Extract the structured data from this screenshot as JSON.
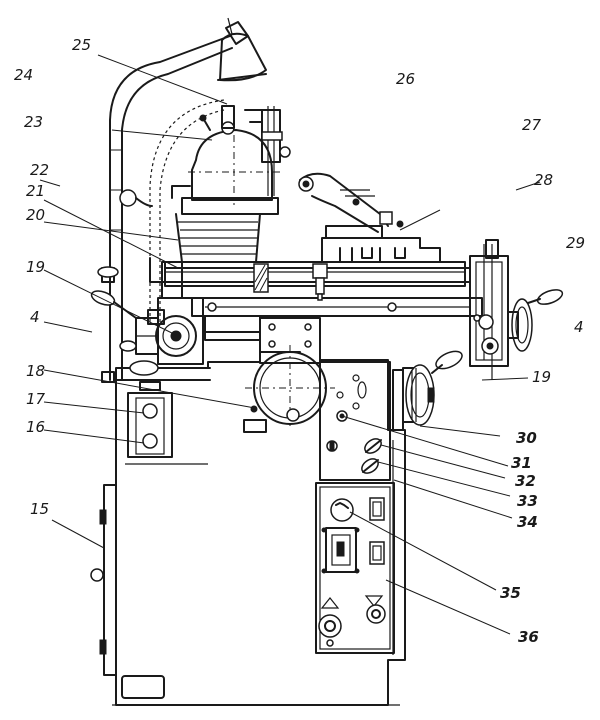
{
  "callouts": [
    {
      "id": "c25",
      "text": "25"
    },
    {
      "id": "c24",
      "text": "24"
    },
    {
      "id": "c26",
      "text": "26"
    },
    {
      "id": "c23",
      "text": "23"
    },
    {
      "id": "c27",
      "text": "27"
    },
    {
      "id": "c22",
      "text": "22"
    },
    {
      "id": "c21",
      "text": "21"
    },
    {
      "id": "c28",
      "text": "28"
    },
    {
      "id": "c20",
      "text": "20"
    },
    {
      "id": "c29",
      "text": "29"
    },
    {
      "id": "c19a",
      "text": "19"
    },
    {
      "id": "c4a",
      "text": "4"
    },
    {
      "id": "c4b",
      "text": "4"
    },
    {
      "id": "c19b",
      "text": "19"
    },
    {
      "id": "c18",
      "text": "18"
    },
    {
      "id": "c17",
      "text": "17"
    },
    {
      "id": "c16",
      "text": "16"
    },
    {
      "id": "c30",
      "text": "30"
    },
    {
      "id": "c31",
      "text": "31"
    },
    {
      "id": "c32",
      "text": "32"
    },
    {
      "id": "c33",
      "text": "33"
    },
    {
      "id": "c34",
      "text": "34"
    },
    {
      "id": "c15",
      "text": "15"
    },
    {
      "id": "c35",
      "text": "35"
    },
    {
      "id": "c36",
      "text": "36"
    }
  ]
}
